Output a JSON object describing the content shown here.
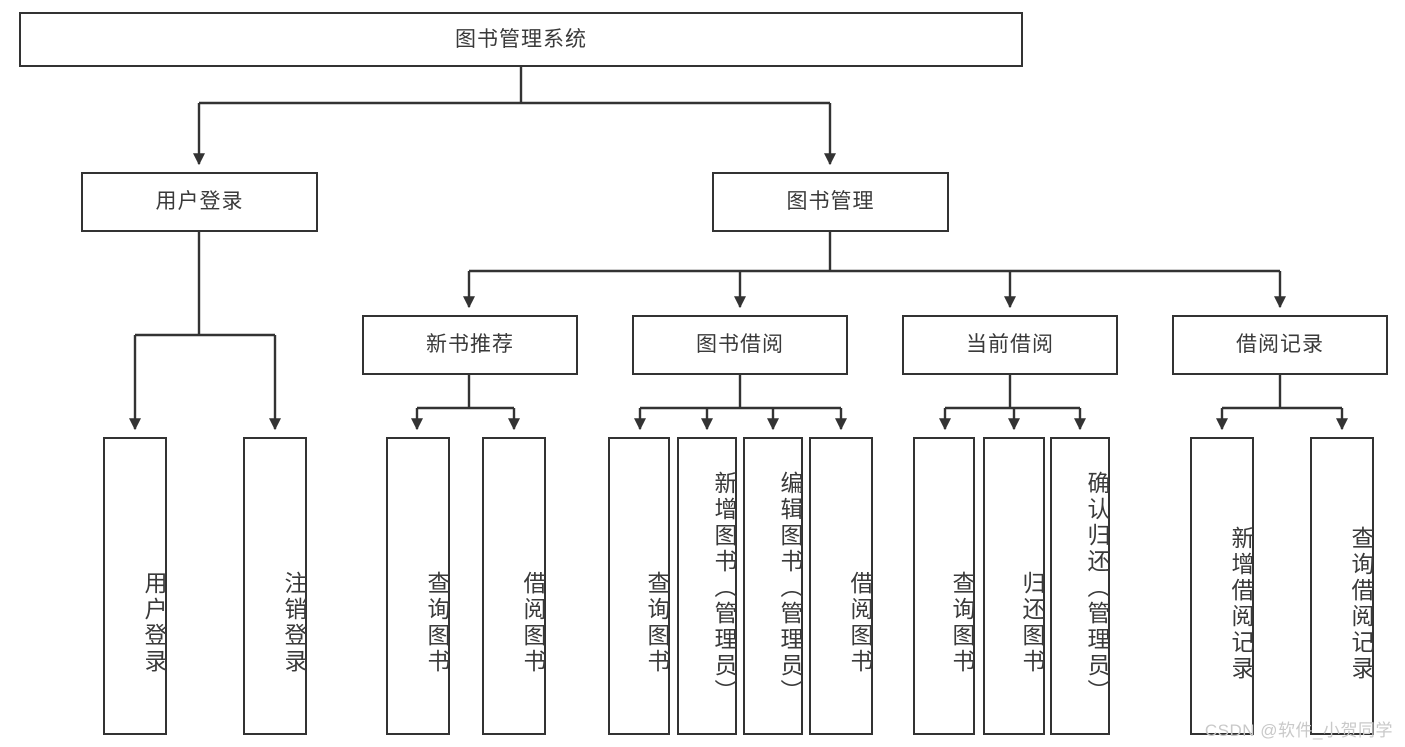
{
  "diagram": {
    "title": "图书管理系统",
    "type": "tree-hierarchy",
    "root": {
      "label": "图书管理系统"
    },
    "level2": [
      {
        "label": "用户登录"
      },
      {
        "label": "图书管理"
      }
    ],
    "level3": [
      {
        "label": "新书推荐"
      },
      {
        "label": "图书借阅"
      },
      {
        "label": "当前借阅"
      },
      {
        "label": "借阅记录"
      }
    ],
    "leaves": {
      "user_login": [
        {
          "label": "用户登录"
        },
        {
          "label": "注销登录"
        }
      ],
      "new_book_recommend": [
        {
          "label": "查询图书"
        },
        {
          "label": "借阅图书"
        }
      ],
      "book_borrow": [
        {
          "label": "查询图书"
        },
        {
          "label": "新增图书（管理员）"
        },
        {
          "label": "编辑图书（管理员）"
        },
        {
          "label": "借阅图书"
        }
      ],
      "current_borrow": [
        {
          "label": "查询图书"
        },
        {
          "label": "归还图书"
        },
        {
          "label": "确认归还（管理员）"
        }
      ],
      "borrow_record": [
        {
          "label": "新增借阅记录"
        },
        {
          "label": "查询借阅记录"
        }
      ]
    },
    "watermark": "CSDN @软件_小贺同学",
    "colors": {
      "border": "#333333",
      "text": "#3a3a3a",
      "background": "#ffffff",
      "watermark": "#c9c9c9"
    }
  }
}
